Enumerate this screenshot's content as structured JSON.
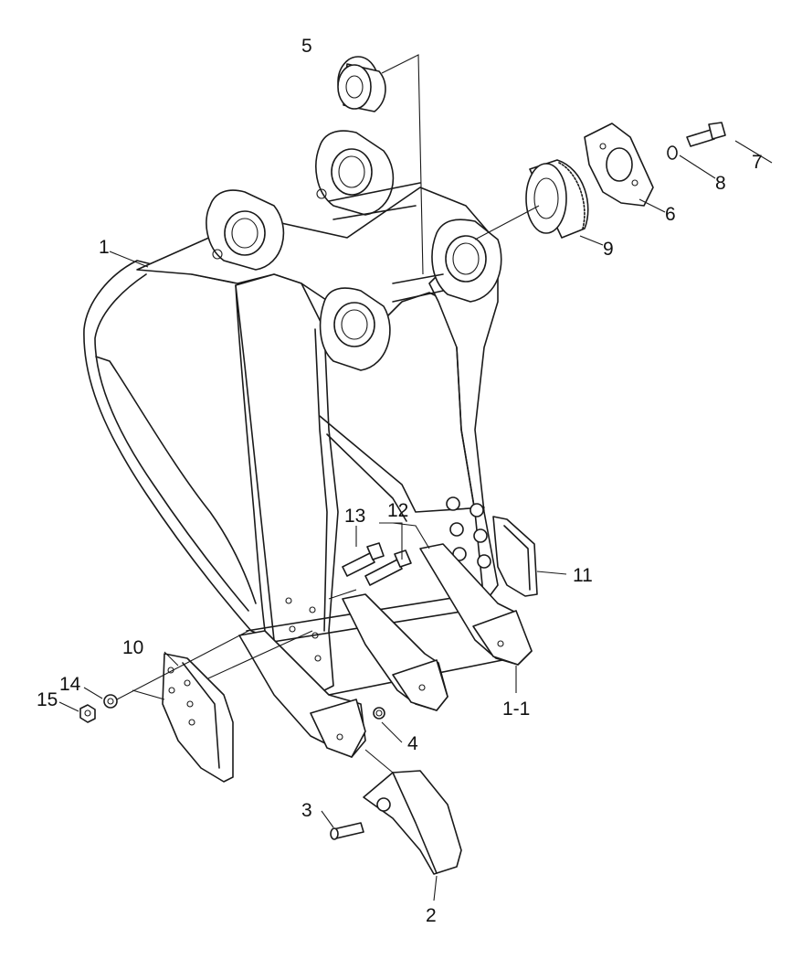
{
  "callouts": [
    {
      "id": "c1",
      "label": "1"
    },
    {
      "id": "c1_1",
      "label": "1-1"
    },
    {
      "id": "c2",
      "label": "2"
    },
    {
      "id": "c3",
      "label": "3"
    },
    {
      "id": "c4",
      "label": "4"
    },
    {
      "id": "c5",
      "label": "5"
    },
    {
      "id": "c6",
      "label": "6"
    },
    {
      "id": "c7",
      "label": "7"
    },
    {
      "id": "c8",
      "label": "8"
    },
    {
      "id": "c9",
      "label": "9"
    },
    {
      "id": "c10",
      "label": "10"
    },
    {
      "id": "c11",
      "label": "11"
    },
    {
      "id": "c12",
      "label": "12"
    },
    {
      "id": "c13",
      "label": "13"
    },
    {
      "id": "c14",
      "label": "14"
    },
    {
      "id": "c15",
      "label": "15"
    }
  ]
}
